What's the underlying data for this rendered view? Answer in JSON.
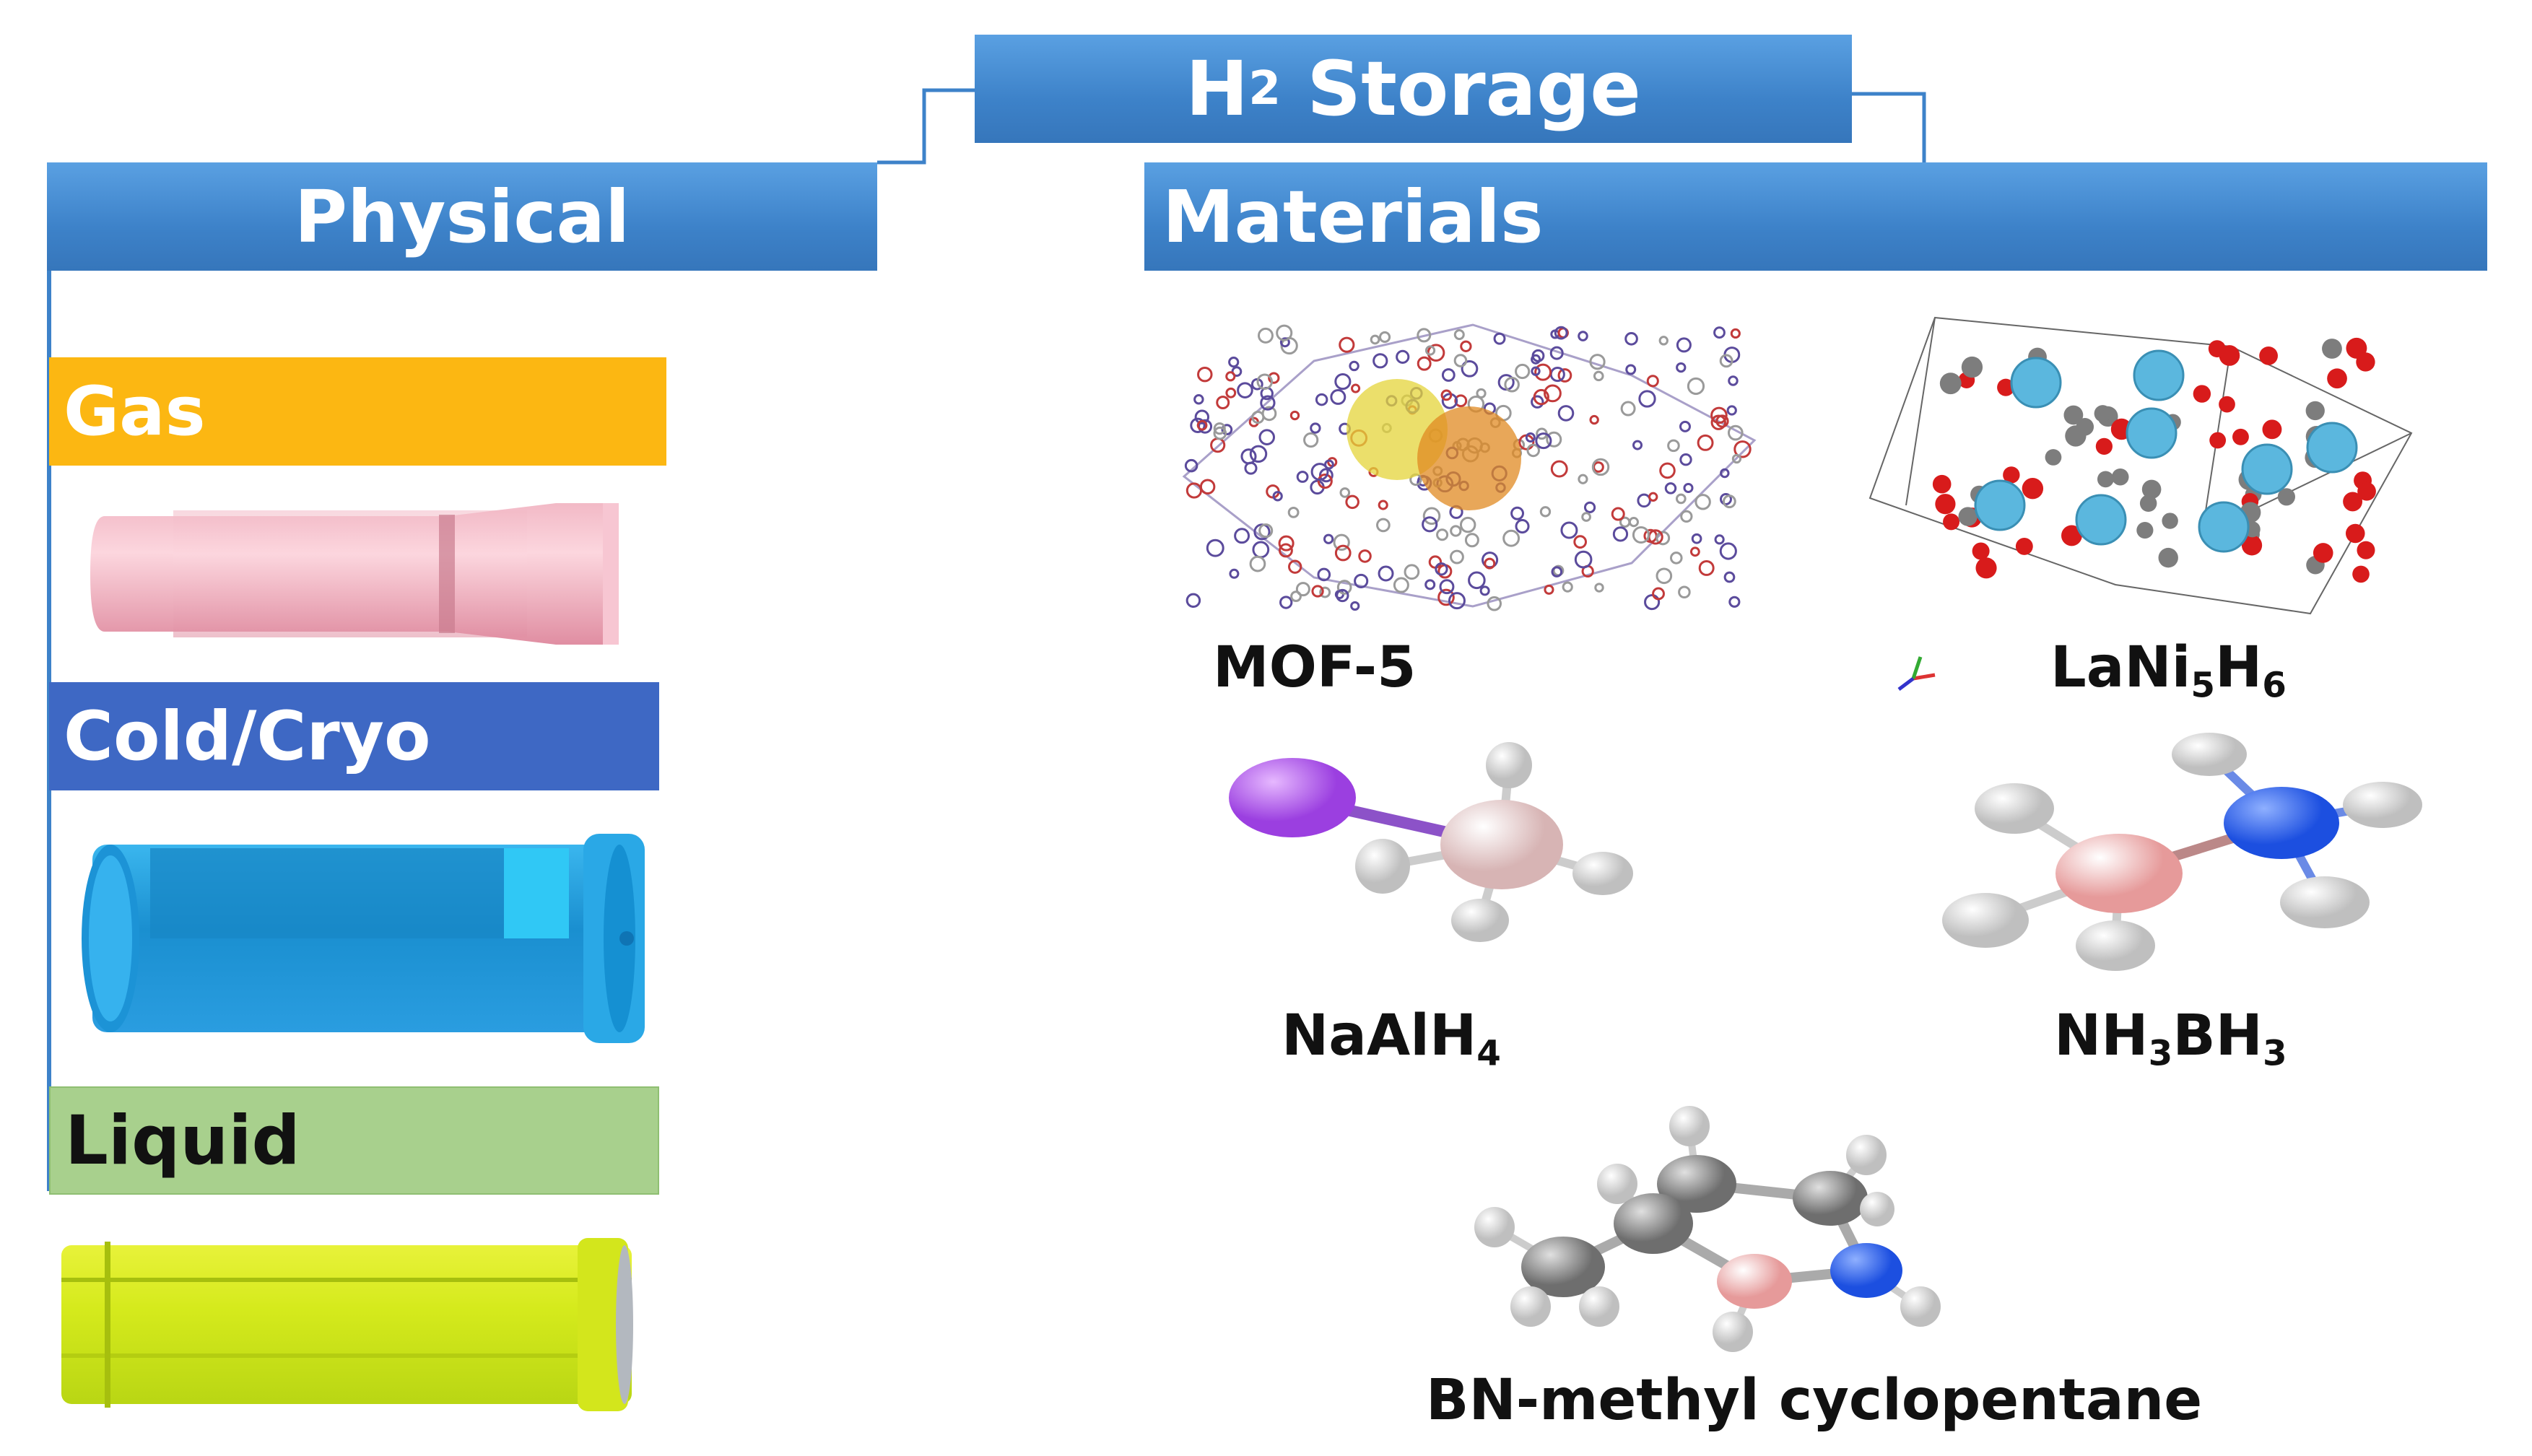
{
  "title": {
    "main": "H",
    "sub": "2",
    "rest": " Storage"
  },
  "physical": {
    "heading": "Physical",
    "items": [
      {
        "label": "Gas",
        "color": "#fcb712"
      },
      {
        "label": "Cold/Cryo",
        "color": "#3e68c4"
      },
      {
        "label": "Liquid",
        "color": "#a8d08d"
      }
    ]
  },
  "materials": {
    "heading": "Materials",
    "compounds": [
      {
        "parts": [
          "MOF-5"
        ]
      },
      {
        "parts": [
          "LaNi",
          "5",
          "H",
          "6"
        ]
      },
      {
        "parts": [
          "NaAlH",
          "4"
        ]
      },
      {
        "parts": [
          "NH",
          "3",
          "BH",
          "3"
        ]
      },
      {
        "parts": [
          "BN-methyl cyclopentane"
        ]
      }
    ]
  },
  "colors": {
    "accent_blue": "#3d82c9",
    "connector": "#3d82c9"
  }
}
